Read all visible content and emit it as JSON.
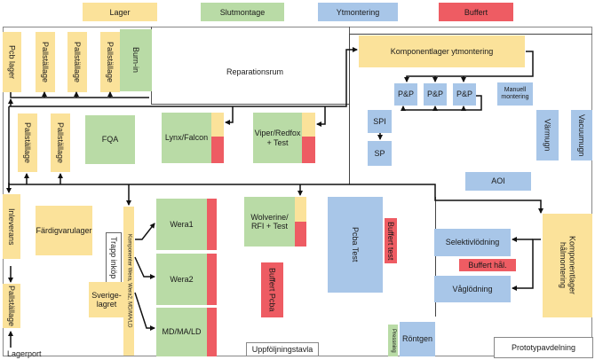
{
  "legend": {
    "lager": "Lager",
    "slutmontage": "Slutmontage",
    "ytmontering": "Ytmontering",
    "buffert": "Buffert"
  },
  "areas": {
    "reparationsrum": "Reparationsrum",
    "uppfoljningstavla": "Uppföljningstavla",
    "prototypavdelning": "Prototypavdelning",
    "lagerport": "Lagerport"
  },
  "left_column": {
    "pcb_lager": "Pcb lager",
    "pallstallage_1": "Pallställage",
    "pallstallage_2": "Pallställage",
    "pallstallage_3": "Pallställage",
    "burn_in": "Burn-in",
    "pallstallage_4": "Pallställage",
    "pallstallage_5": "Pallställage",
    "inleverans": "Inleverans",
    "pallstallage_6": "Pallställage"
  },
  "stations": {
    "fqa": "FQA",
    "lynx_falcon": "Lynx/Falcon",
    "viper_redfox": "Viper/Redfox\n+ Test",
    "fardigvarulager": "Färdigvarulager",
    "trapp_inkop": "Trapp inköp",
    "sverige_lagret": "Sverige-\nlagret",
    "komponenter_wera": "Komponenter Wera, Wera2, MD/MA/LD",
    "wera1": "Wera1",
    "wera2": "Wera2",
    "md_ma_ld": "MD/MA/LD",
    "wolverine": "Wolverine/\nRFI + Test",
    "buffert_pcba": "Buffert Pcba",
    "pcba_test": "Pcba Test",
    "buffert_test": "Buffert test",
    "pressning": "Pressning",
    "rontgen": "Röntgen"
  },
  "smt": {
    "komponentlager_ytmontering": "Komponentlager ytmontering",
    "pp1": "P&P",
    "pp2": "P&P",
    "pp3": "P&P",
    "manuell_montering": "Manuell\nmontering",
    "spi": "SPI",
    "sp": "SP",
    "varmugn": "Värmugn",
    "vacuumugn": "Vacuumugn",
    "aoi": "AOI"
  },
  "through_hole": {
    "komponentlager_halmontering": "Komponentlager hålmontering",
    "selektivlodning": "Selektivlödning",
    "buffert_hal": "Buffert hål.",
    "vaglodning": "Våglödning"
  },
  "colors": {
    "lager": "#fbe29a",
    "slutmontage": "#b9dba6",
    "ytmontering": "#a8c6e8",
    "buffert": "#ee5c63"
  }
}
